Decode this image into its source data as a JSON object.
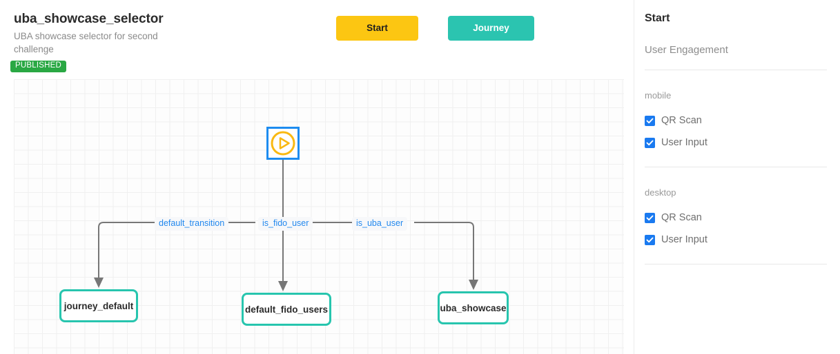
{
  "header": {
    "title": "uba_showcase_selector",
    "subtitle": "UBA showcase selector for second challenge",
    "status_badge": "PUBLISHED",
    "buttons": {
      "start": "Start",
      "journey": "Journey"
    }
  },
  "canvas": {
    "nodes": [
      {
        "id": "start",
        "label": "",
        "type": "start-play-node",
        "selected": true
      },
      {
        "id": "journey_default",
        "label": "journey_default",
        "type": "journey-box"
      },
      {
        "id": "default_fido_users",
        "label": "default_fido_users",
        "type": "journey-box"
      },
      {
        "id": "uba_showcase",
        "label": "uba_showcase",
        "type": "journey-box"
      }
    ],
    "edge_labels": [
      {
        "id": "default_transition",
        "label": "default_transition"
      },
      {
        "id": "is_fido_user",
        "label": "is_fido_user"
      },
      {
        "id": "is_uba_user",
        "label": "is_uba_user"
      }
    ]
  },
  "sidebar": {
    "title": "Start",
    "subtitle": "User Engagement",
    "groups": [
      {
        "label": "mobile",
        "items": [
          {
            "label": "QR Scan",
            "checked": true
          },
          {
            "label": "User Input",
            "checked": true
          }
        ]
      },
      {
        "label": "desktop",
        "items": [
          {
            "label": "QR Scan",
            "checked": true
          },
          {
            "label": "User Input",
            "checked": true
          }
        ]
      }
    ]
  },
  "colors": {
    "accent_yellow": "#fcc612",
    "accent_teal": "#2bc4b0",
    "node_border_teal": "#27c5ae",
    "selection_blue": "#1d8cf0",
    "published_green": "#2aa844",
    "checkbox_blue": "#1a7af0",
    "edge_label_blue": "#2288ee",
    "connector_gray": "#777777"
  }
}
